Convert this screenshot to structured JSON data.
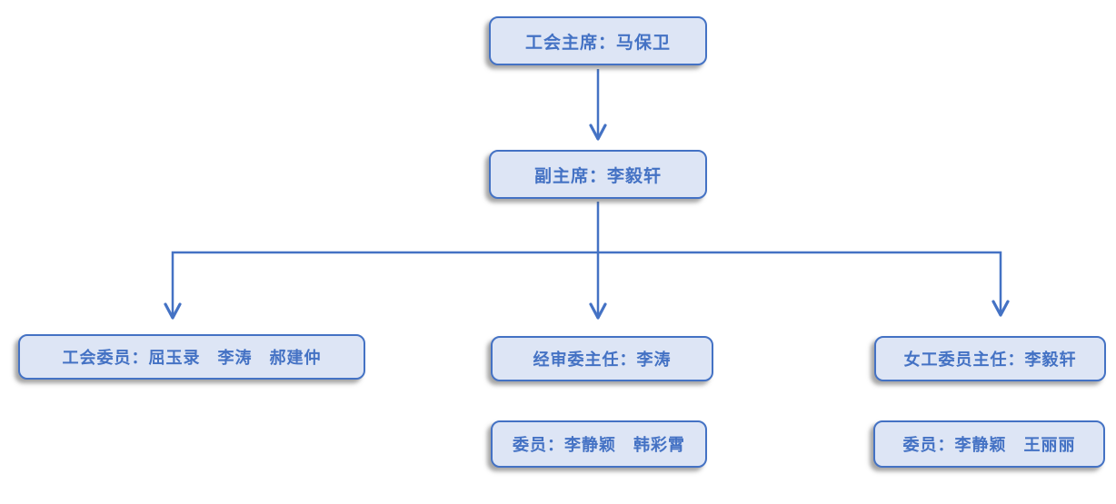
{
  "org_chart": {
    "title": "Union organization chart",
    "colors": {
      "node_fill": "#dde5f5",
      "node_border": "#4472c4",
      "node_text": "#4472c4",
      "connector": "#4472c4"
    },
    "nodes": {
      "union_chairman": {
        "label": "工会主席：马保卫"
      },
      "vice_chairman": {
        "label": "副主席：李毅轩"
      },
      "union_committee": {
        "label": "工会委员：屈玉录　李涛　郝建仲"
      },
      "audit_director": {
        "label": "经审委主任：李涛"
      },
      "women_director": {
        "label": "女工委员主任：李毅轩"
      },
      "audit_members": {
        "label": "委员：李静颖　韩彩霄"
      },
      "women_members": {
        "label": "委员：李静颖　王丽丽"
      }
    },
    "edges": [
      {
        "from": "union_chairman",
        "to": "vice_chairman"
      },
      {
        "from": "vice_chairman",
        "to": "union_committee"
      },
      {
        "from": "vice_chairman",
        "to": "audit_director"
      },
      {
        "from": "vice_chairman",
        "to": "women_director"
      }
    ]
  }
}
